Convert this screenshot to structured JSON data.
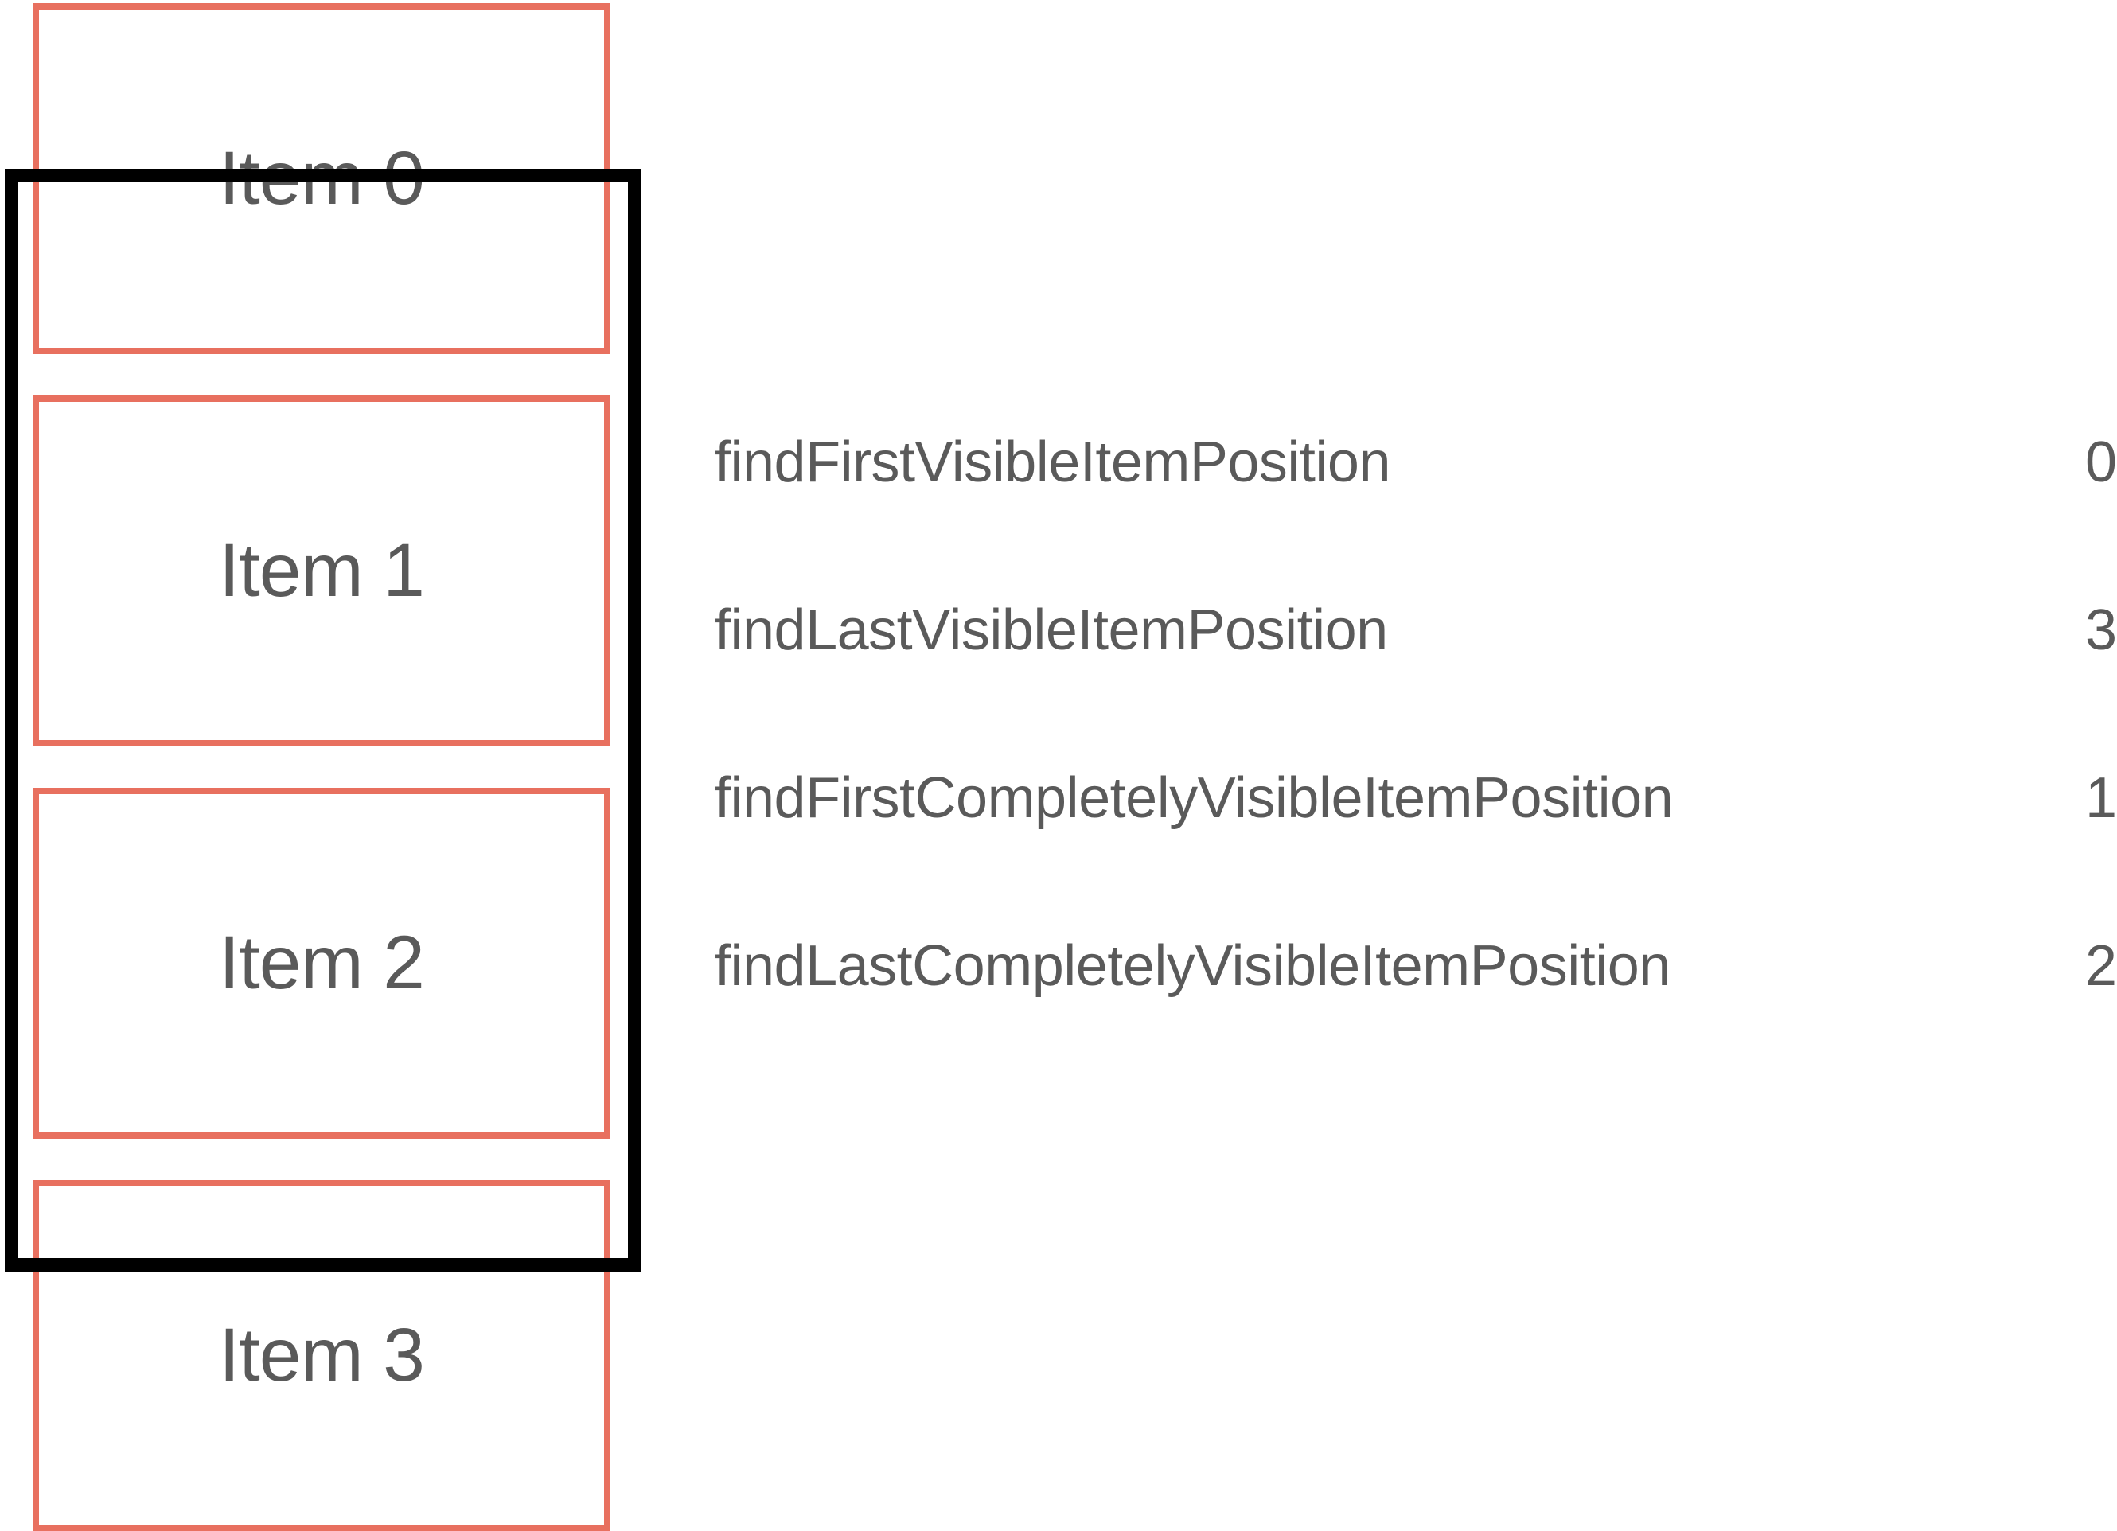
{
  "items": [
    {
      "label": "Item 0"
    },
    {
      "label": "Item 1"
    },
    {
      "label": "Item 2"
    },
    {
      "label": "Item 3"
    }
  ],
  "methods": [
    {
      "name": "findFirstVisibleItemPosition",
      "value": "0"
    },
    {
      "name": "findLastVisibleItemPosition",
      "value": "3"
    },
    {
      "name": "findFirstCompletelyVisibleItemPosition",
      "value": "1"
    },
    {
      "name": "findLastCompletelyVisibleItemPosition",
      "value": "2"
    }
  ],
  "colors": {
    "item_border": "#e8705f",
    "viewport_border": "#000000",
    "text": "#5a5a5a",
    "background": "#ffffff"
  }
}
